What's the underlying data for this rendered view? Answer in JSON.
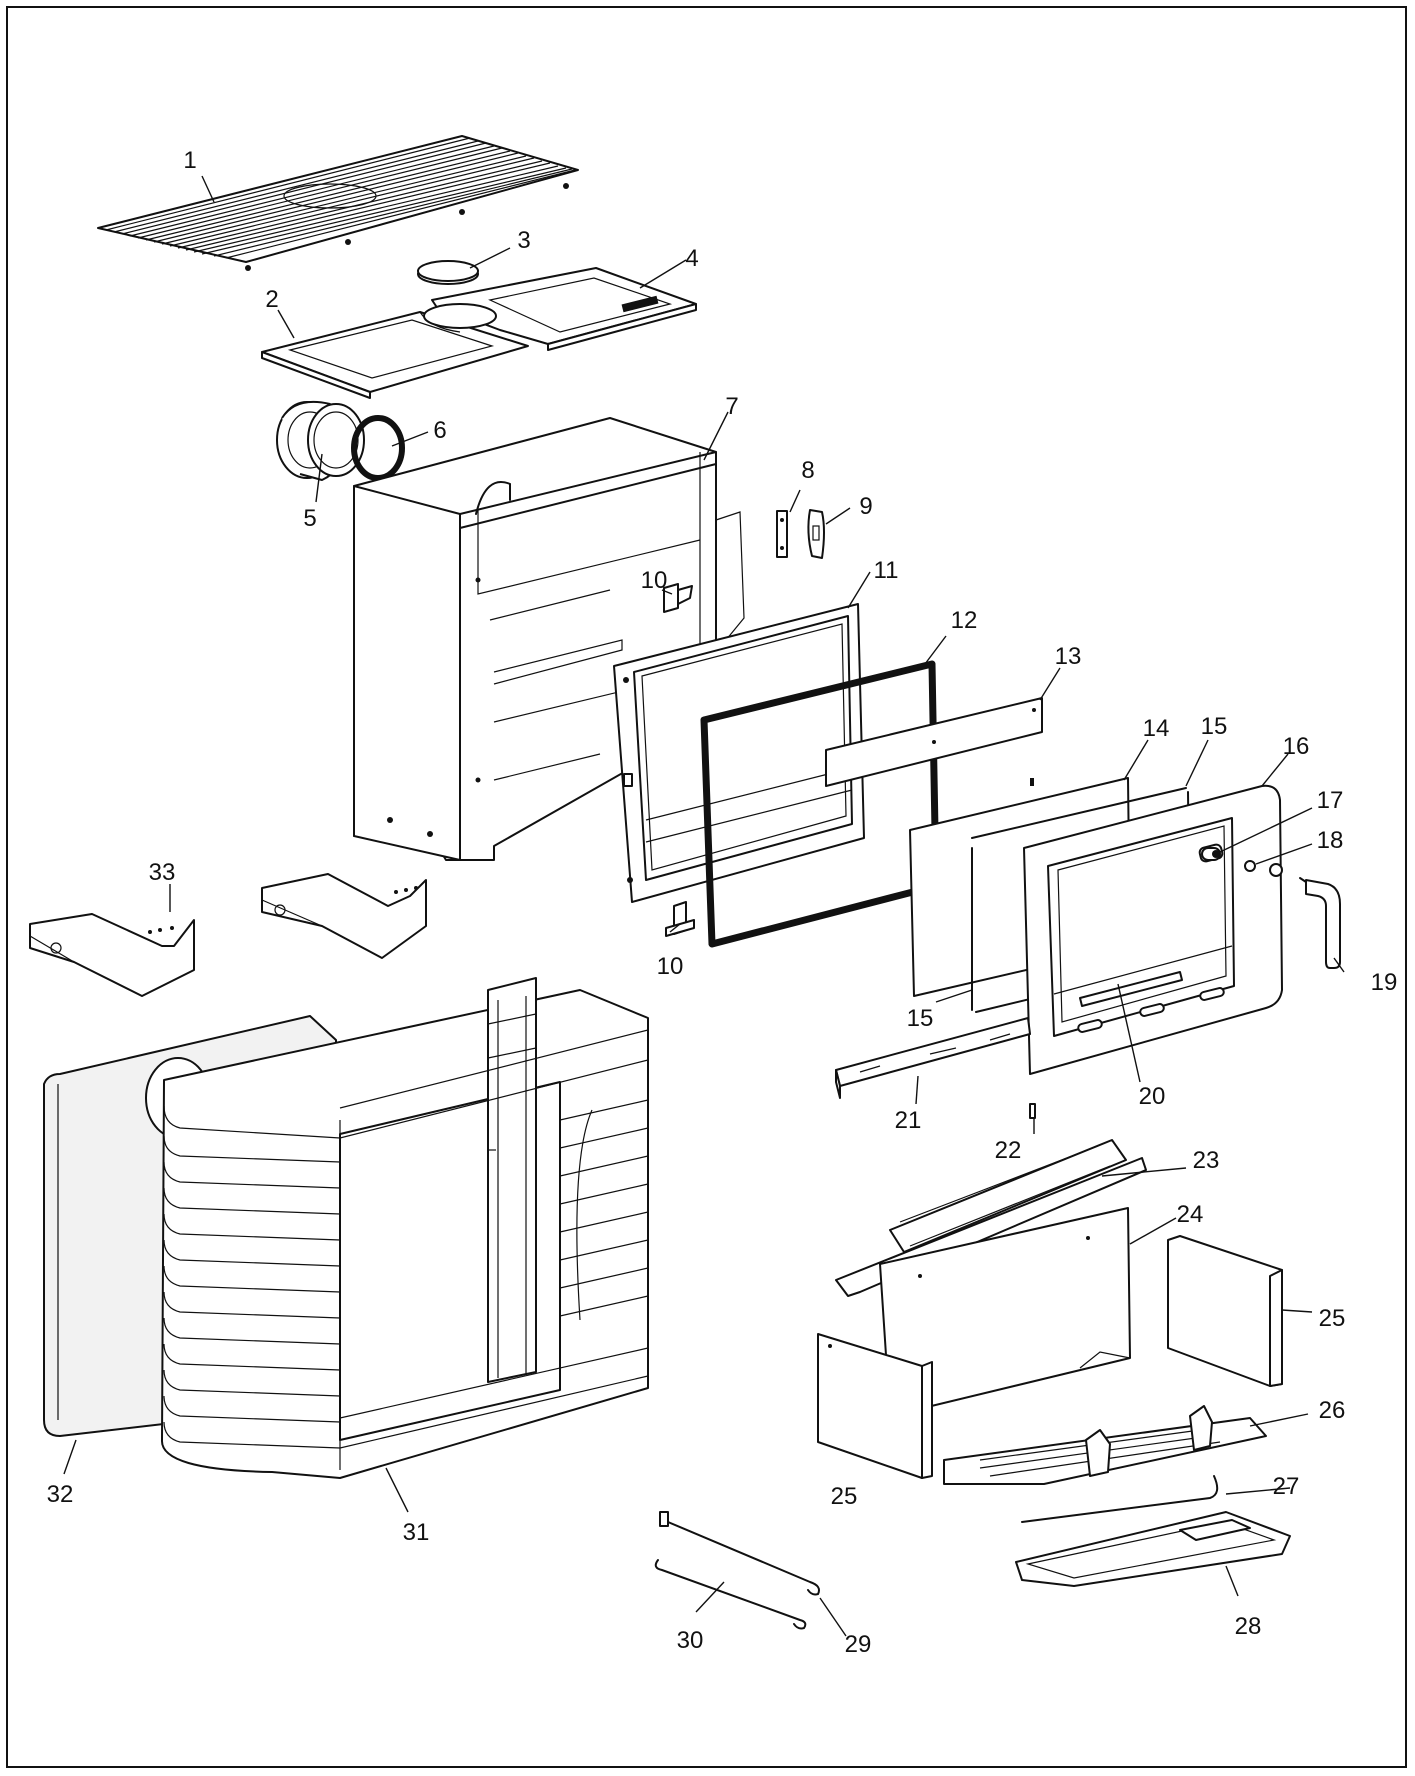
{
  "diagram": {
    "colors": {
      "line": "#111111",
      "paper": "#ffffff",
      "shade": "#f2f2f2"
    },
    "labels": {
      "n1": "1",
      "n2": "2",
      "n3": "3",
      "n4": "4",
      "n5": "5",
      "n6": "6",
      "n7": "7",
      "n8": "8",
      "n9": "9",
      "n10a": "10",
      "n10b": "10",
      "n11": "11",
      "n12": "12",
      "n13": "13",
      "n14": "14",
      "n15a": "15",
      "n15b": "15",
      "n16": "16",
      "n17": "17",
      "n18": "18",
      "n19": "19",
      "n20": "20",
      "n21": "21",
      "n22": "22",
      "n23": "23",
      "n24": "24",
      "n25a": "25",
      "n25b": "25",
      "n26": "26",
      "n27": "27",
      "n28": "28",
      "n29": "29",
      "n30": "30",
      "n31": "31",
      "n32": "32",
      "n33": "33"
    }
  }
}
